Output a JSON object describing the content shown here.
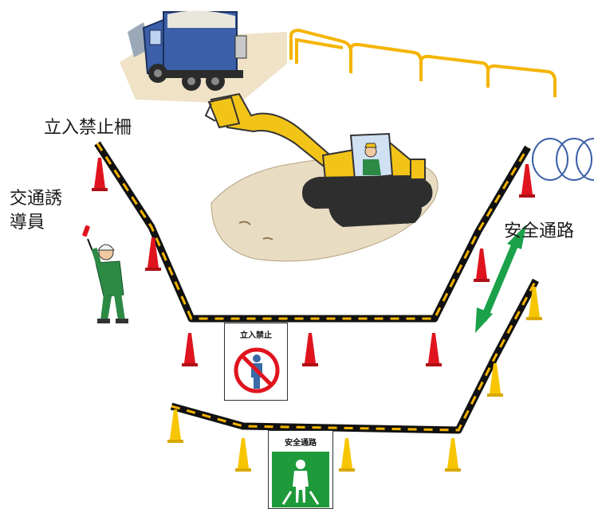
{
  "labels": {
    "restricted_fence": "立入禁止柵",
    "traffic_guide_line1": "交通誘",
    "traffic_guide_line2": "導員",
    "safe_passage": "安全通路"
  },
  "signs": {
    "no_entry": "立入禁止",
    "safe_path": "安全通路"
  },
  "colors": {
    "barrier_black": "#111111",
    "barrier_yellow": "#f5b400",
    "cone_red": "#e0141e",
    "cone_yellow": "#f7c600",
    "arrow_green": "#1aa14a",
    "sign_green": "#1f9a3a",
    "no_entry_red": "#e0141e",
    "machine_yellow": "#f2c418",
    "truck_blue": "#3b5fa8",
    "soil": "#e8dcc2"
  },
  "icons": [
    "dump-truck-icon",
    "excavator-icon",
    "traffic-guide-worker-icon",
    "two-way-arrow-icon",
    "no-entry-icon",
    "pedestrian-icon",
    "traffic-cone-icon"
  ]
}
